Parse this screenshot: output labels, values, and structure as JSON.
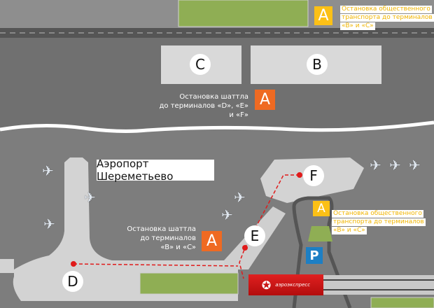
{
  "title": "Аэропорт Шереметьево",
  "terminals": {
    "B": "B",
    "C": "C",
    "D": "D",
    "E": "E",
    "F": "F"
  },
  "stops": {
    "public_top": {
      "letter": "A",
      "lines": [
        "Остановка общественного",
        "транспорта до терминалов",
        "«B» и «C»"
      ]
    },
    "public_right": {
      "letter": "A",
      "lines": [
        "Остановка общественного",
        "транспорта до терминалов",
        "«B» и «C»"
      ]
    },
    "shuttle_def": {
      "letter": "A",
      "lines": [
        "Остановка шаттла",
        "до терминалов «D», «E» и «F»"
      ]
    },
    "shuttle_bc": {
      "letter": "A",
      "lines": [
        "Остановка шаттла",
        "до терминалов",
        "«B» и «C»"
      ]
    }
  },
  "parking": {
    "letter": "P"
  },
  "aeroexpress": {
    "label": "аэроэкспресс"
  },
  "colors": {
    "yellow": "#fcc016",
    "orange": "#ef6a22",
    "blue": "#1d7fc4",
    "red": "#d81a1a",
    "green": "#8fae54"
  }
}
